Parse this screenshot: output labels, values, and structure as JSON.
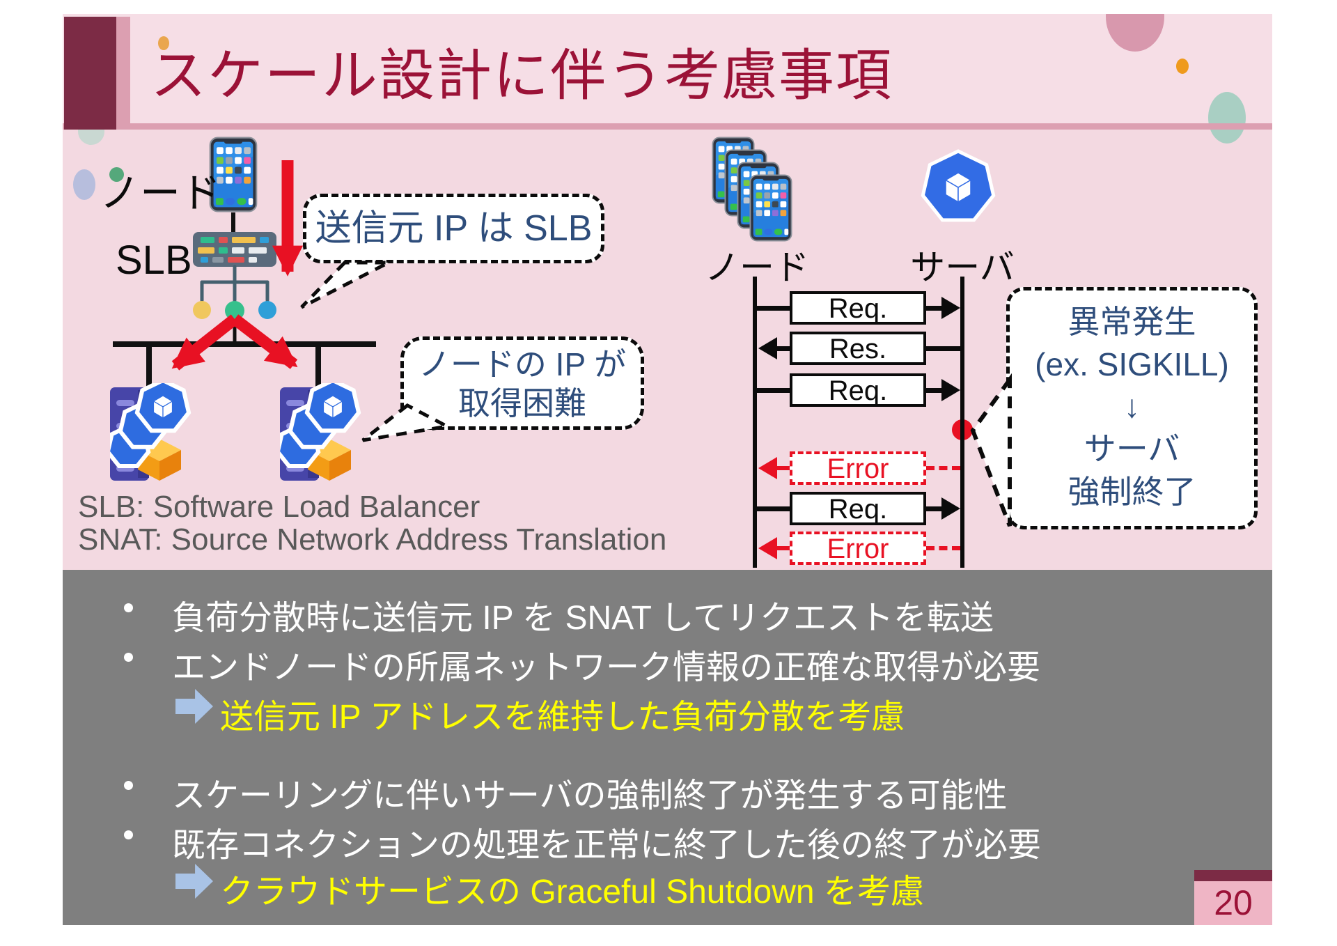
{
  "slide": {
    "title": "スケール設計に伴う考慮事項",
    "page_number": "20"
  },
  "left_diagram": {
    "node_label": "ノード",
    "slb_label": "SLB",
    "bubble_source_ip": "送信元 IP は SLB",
    "bubble_node_ip_line1": "ノードの IP が",
    "bubble_node_ip_line2": "取得困難",
    "def_slb": "SLB: Software Load Balancer",
    "def_snat": "SNAT: Source Network Address Translation"
  },
  "sequence_diagram": {
    "node_label": "ノード",
    "server_label": "サーバ",
    "rows": [
      {
        "label": "Req.",
        "direction": "right",
        "status": "ok"
      },
      {
        "label": "Res.",
        "direction": "left",
        "status": "ok"
      },
      {
        "label": "Req.",
        "direction": "right",
        "status": "ok"
      },
      {
        "label": "Error",
        "direction": "left",
        "status": "error"
      },
      {
        "label": "Req.",
        "direction": "right",
        "status": "ok"
      },
      {
        "label": "Error",
        "direction": "left",
        "status": "error"
      }
    ],
    "bubble_failure": {
      "line1": "異常発生",
      "line2": "(ex. SIGKILL)",
      "line3": "↓",
      "line4": "サーバ",
      "line5": "強制終了"
    }
  },
  "notes": {
    "bullet1": "負荷分散時に送信元 IP を SNAT してリクエストを転送",
    "bullet2": "エンドノードの所属ネットワーク情報の正確な取得が必要",
    "highlight1": "送信元 IP アドレスを維持した負荷分散を考慮",
    "bullet3": "スケーリングに伴いサーバの強制終了が発生する可能性",
    "bullet4": "既存コネクションの処理を正常に終了した後の終了が必要",
    "highlight2": "クラウドサービスの Graceful Shutdown を考慮"
  },
  "colors": {
    "accent_maroon": "#7c2b45",
    "title_red": "#9b1237",
    "slide_pink": "#f3d9e1",
    "rose_strip": "#dc9fb1",
    "panel_gray": "#7f7f7f",
    "highlight_yellow": "#ffff00",
    "bubble_text_navy": "#2e4d7b",
    "error_red": "#e81123",
    "kubernetes_blue": "#326ce5",
    "note_arrow_blue": "#a9c3e6"
  }
}
